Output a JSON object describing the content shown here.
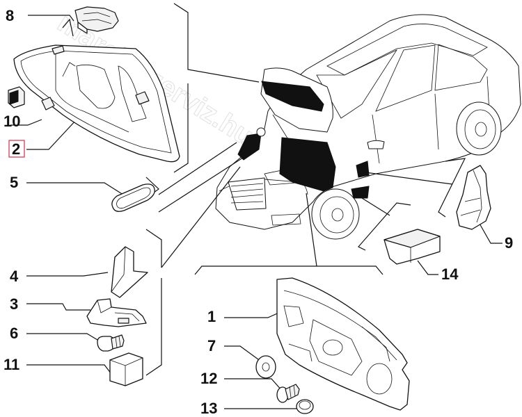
{
  "diagram": {
    "watermark": "marelliszerviz.hu",
    "parts": [
      {
        "id": "part-8",
        "label": "8"
      },
      {
        "id": "part-10",
        "label": "10"
      },
      {
        "id": "part-2",
        "label": "2",
        "highlighted": true
      },
      {
        "id": "part-5",
        "label": "5"
      },
      {
        "id": "part-4",
        "label": "4"
      },
      {
        "id": "part-3",
        "label": "3"
      },
      {
        "id": "part-6",
        "label": "6"
      },
      {
        "id": "part-11",
        "label": "11"
      },
      {
        "id": "part-1",
        "label": "1"
      },
      {
        "id": "part-7",
        "label": "7"
      },
      {
        "id": "part-12",
        "label": "12"
      },
      {
        "id": "part-13",
        "label": "13"
      },
      {
        "id": "part-9",
        "label": "9"
      },
      {
        "id": "part-14",
        "label": "14"
      }
    ],
    "highlight_color": "#d0304a"
  }
}
